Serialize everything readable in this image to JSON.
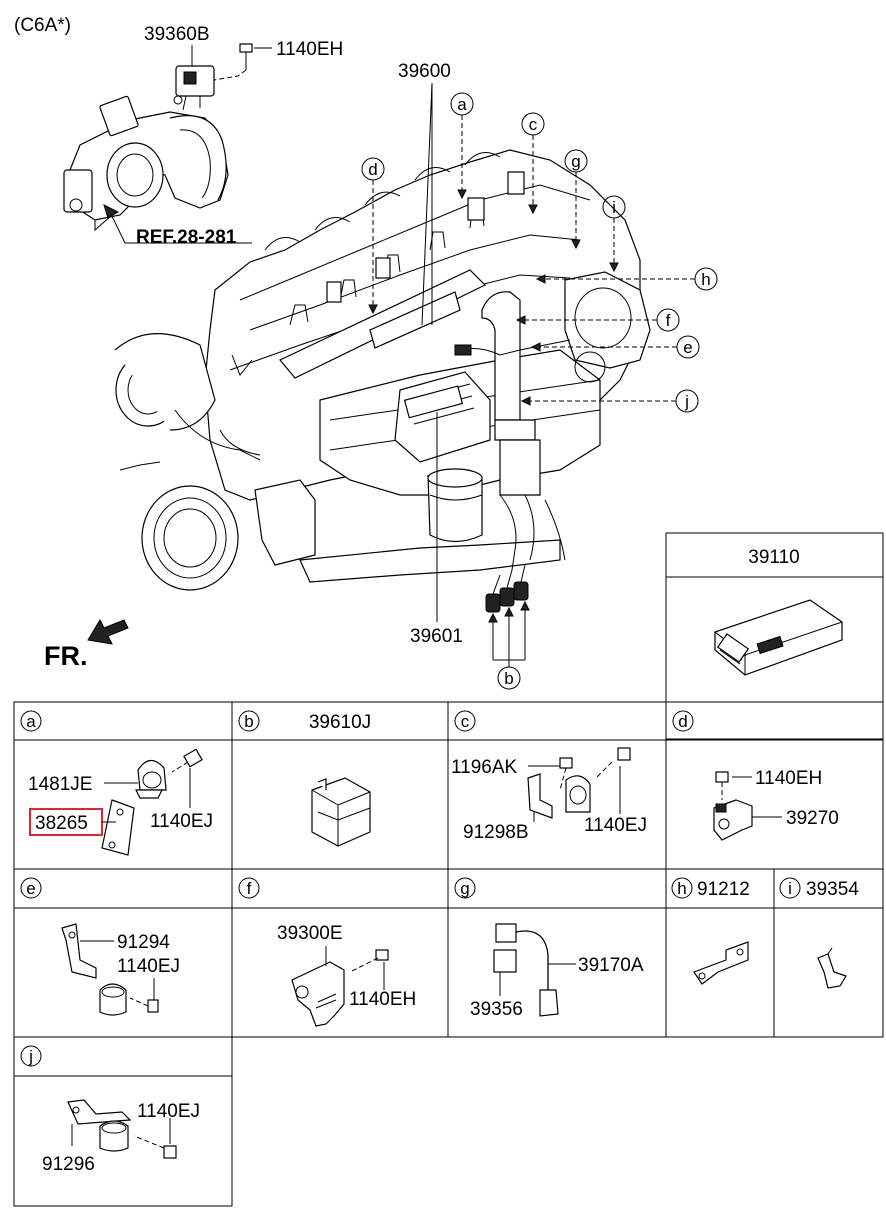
{
  "diagram": {
    "variant": "(C6A*)",
    "main_callouts": {
      "part_39360B": "39360B",
      "bolt_1140EH": "1140EH",
      "harness_39600": "39600",
      "ref": "REF.28-281",
      "harness_39601": "39601",
      "front_marker": "FR."
    },
    "ecu_box": {
      "part": "39110"
    },
    "letters": [
      "a",
      "b",
      "c",
      "d",
      "e",
      "f",
      "g",
      "h",
      "i",
      "j"
    ],
    "sections": {
      "a": {
        "letter": "a",
        "parts": [
          "1481JE",
          "38265",
          "1140EJ"
        ]
      },
      "b": {
        "letter": "b",
        "header": "39610J"
      },
      "c": {
        "letter": "c",
        "parts": [
          "1196AK",
          "91298B",
          "1140EJ"
        ]
      },
      "d": {
        "letter": "d",
        "parts": [
          "1140EH",
          "39270"
        ]
      },
      "e": {
        "letter": "e",
        "parts": [
          "91294",
          "1140EJ"
        ]
      },
      "f": {
        "letter": "f",
        "parts": [
          "39300E",
          "1140EH"
        ]
      },
      "g": {
        "letter": "g",
        "parts": [
          "39170A",
          "39356"
        ]
      },
      "h": {
        "letter": "h",
        "header": "91212"
      },
      "i": {
        "letter": "i",
        "header": "39354"
      },
      "j": {
        "letter": "j",
        "parts": [
          "1140EJ",
          "91296"
        ]
      }
    },
    "highlight_color": "#e0262a"
  }
}
